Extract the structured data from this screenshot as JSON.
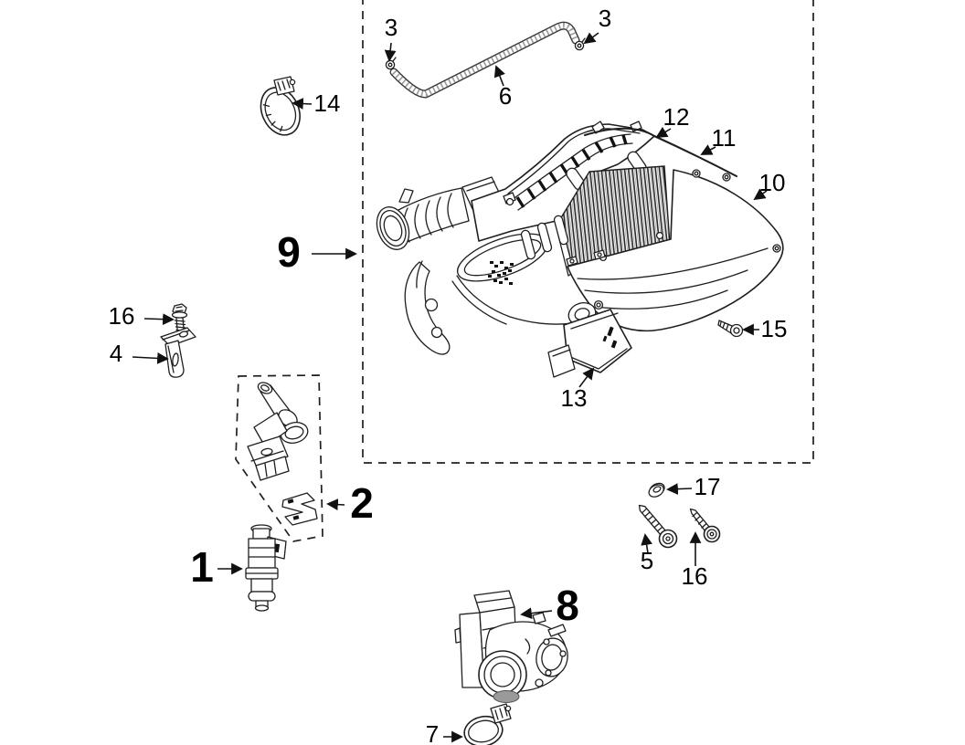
{
  "diagram": {
    "type": "exploded-parts-diagram",
    "description": "Air filter box, fuel injector and throttle body exploded view with numbered callouts",
    "background": "#ffffff",
    "line_color": "#1f1f1f",
    "bore_gray": "#9a9a9a",
    "callouts": [
      {
        "label": "3",
        "target": "hose-clip-left",
        "emphasis": "normal"
      },
      {
        "label": "3",
        "target": "hose-clip-right",
        "emphasis": "normal"
      },
      {
        "label": "6",
        "target": "breather-hose",
        "emphasis": "normal"
      },
      {
        "label": "14",
        "target": "hose-clamp-upper",
        "emphasis": "normal"
      },
      {
        "label": "12",
        "target": "air-box-seal",
        "emphasis": "normal"
      },
      {
        "label": "11",
        "target": "air-box-upper-cover",
        "emphasis": "normal"
      },
      {
        "label": "10",
        "target": "air-box-lower-shell",
        "emphasis": "normal"
      },
      {
        "label": "9",
        "target": "air-filter-box-assembly",
        "emphasis": "large"
      },
      {
        "label": "16",
        "target": "flange-bolt",
        "emphasis": "normal"
      },
      {
        "label": "4",
        "target": "mounting-bracket",
        "emphasis": "normal"
      },
      {
        "label": "15",
        "target": "self-tapping-screw",
        "emphasis": "normal"
      },
      {
        "label": "13",
        "target": "support-bracket",
        "emphasis": "normal"
      },
      {
        "label": "17",
        "target": "washer",
        "emphasis": "normal"
      },
      {
        "label": "5",
        "target": "socket-screw-long",
        "emphasis": "normal"
      },
      {
        "label": "16",
        "target": "socket-screw-short",
        "emphasis": "normal"
      },
      {
        "label": "2",
        "target": "injector-holder-kit",
        "emphasis": "large"
      },
      {
        "label": "1",
        "target": "fuel-injector",
        "emphasis": "large"
      },
      {
        "label": "8",
        "target": "throttle-body",
        "emphasis": "large"
      },
      {
        "label": "7",
        "target": "hose-clamp-lower",
        "emphasis": "normal"
      }
    ]
  }
}
